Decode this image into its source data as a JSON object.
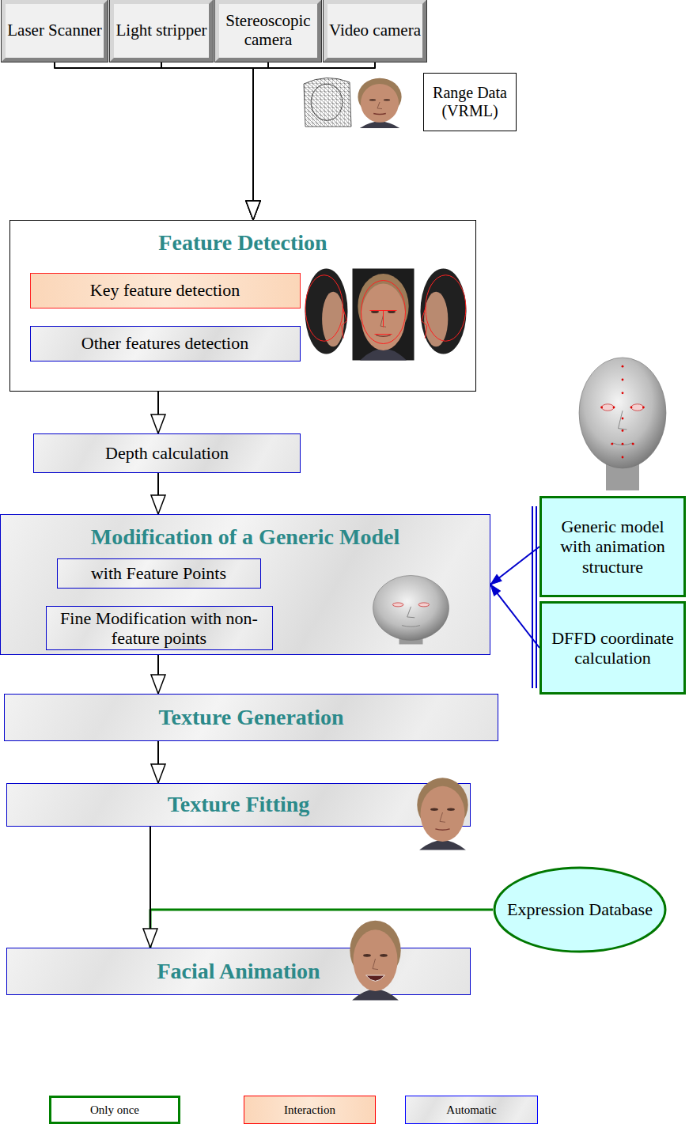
{
  "diagram": {
    "nodes": [
      {
        "text": [
          "Laser Scanner"
        ]
      },
      {
        "text": [
          "Light stripper"
        ]
      },
      {
        "text": [
          "Stereoscopic camera"
        ]
      },
      {
        "text": [
          "Video camera"
        ]
      },
      {
        "text": [
          "Range Data (VRML)"
        ]
      },
      {
        "text": [
          "Feature Detection"
        ]
      },
      {
        "text": [
          "Key feature detection"
        ],
        "in": 5
      },
      {
        "text": [
          "Other features detection"
        ],
        "in": 5
      },
      {
        "text": [
          "Depth calculation"
        ]
      },
      {
        "text": [
          "Modification of a Generic Model"
        ]
      },
      {
        "text": [
          "with Feature Points"
        ],
        "in": 9
      },
      {
        "text": [
          "Fine Modification with non-feature points"
        ],
        "in": 9
      },
      {
        "text": [
          "Generic model with animation structure"
        ]
      },
      {
        "text": [
          "DFFD coordinate calculation"
        ]
      },
      {
        "text": [
          "Texture Generation"
        ]
      },
      {
        "text": [
          "Texture Fitting"
        ]
      },
      {
        "text": [
          "Expression Database"
        ]
      },
      {
        "text": [
          "Facial Animation"
        ]
      }
    ],
    "edges": [
      {
        "from": 0,
        "to": 5,
        "arrow": "to"
      },
      {
        "from": 1,
        "to": 5,
        "arrow": "to"
      },
      {
        "from": 2,
        "to": 5,
        "arrow": "to"
      },
      {
        "from": 3,
        "to": 5,
        "arrow": "to"
      },
      {
        "from": 6,
        "to": 7,
        "arrow": "to"
      },
      {
        "from": 5,
        "to": 8,
        "arrow": "to"
      },
      {
        "from": 8,
        "to": 9,
        "arrow": "to"
      },
      {
        "from": 10,
        "to": 11,
        "arrow": "to"
      },
      {
        "from": 12,
        "to": 9,
        "arrow": "to"
      },
      {
        "from": 13,
        "to": 9,
        "arrow": "to"
      },
      {
        "from": 9,
        "to": 14,
        "arrow": "to"
      },
      {
        "from": 14,
        "to": 15,
        "arrow": "to"
      },
      {
        "from": 15,
        "to": 17,
        "arrow": "to"
      },
      {
        "from": 16,
        "to": 17,
        "arrow": "none"
      }
    ],
    "legend": [
      {
        "text": "Only once",
        "color": "#008000"
      },
      {
        "text": "Interaction",
        "color": "#ff0000"
      },
      {
        "text": "Automatic",
        "color": "#0000ff"
      }
    ]
  }
}
